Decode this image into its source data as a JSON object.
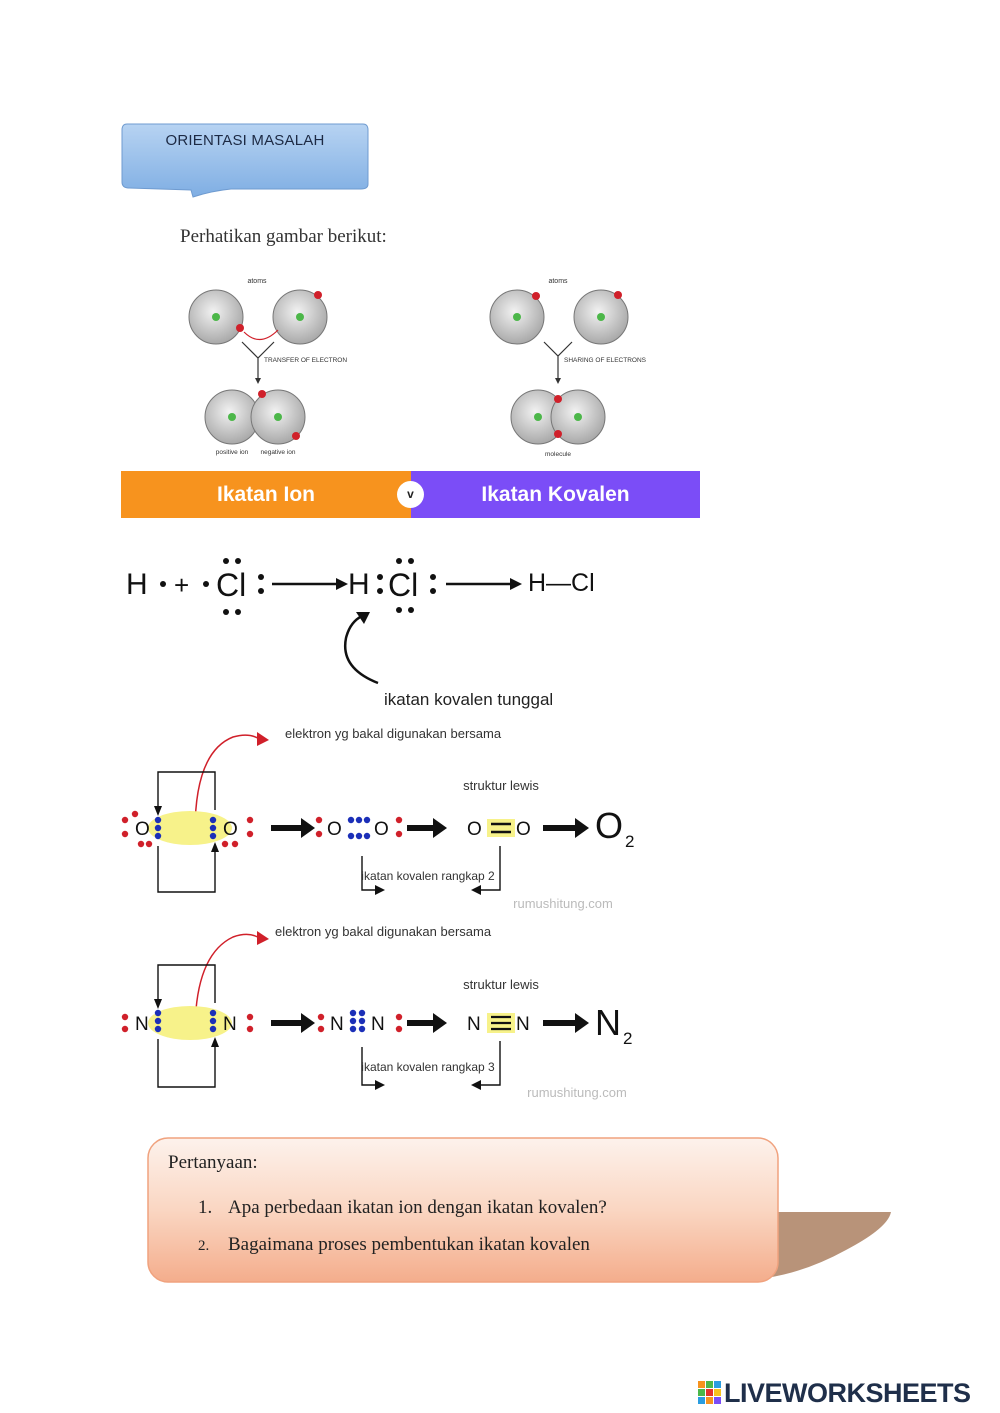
{
  "header": {
    "badge_label": "ORIENTASI MASALAH"
  },
  "intro": {
    "text": "Perhatikan gambar berikut:"
  },
  "bond_figure": {
    "ionic": {
      "atoms_label": "atoms",
      "transfer_label": "TRANSFER OF ELECTRON",
      "positive_label": "positive ion",
      "negative_label": "negative ion"
    },
    "covalent": {
      "atoms_label": "atoms",
      "sharing_label": "SHARING OF ELECTRONS",
      "molecule_label": "molecule"
    },
    "bar": {
      "left_label": "Ikatan Ion",
      "vs_label": "v",
      "right_label": "Ikatan Kovalen"
    }
  },
  "hcl": {
    "h": "H",
    "plus": "+",
    "cl": "Cl",
    "product": "H",
    "product_cl": "Cl",
    "line_formula": "H—Cl",
    "annotation": "ikatan kovalen tunggal"
  },
  "o2": {
    "note": "elektron yg bakal digunakan bersama",
    "lewis_label": "struktur lewis",
    "bond_label": "ikatan kovalen rangkap 2",
    "atom": "O",
    "molecule": "O",
    "subscript": "2",
    "watermark": "rumushitung.com"
  },
  "n2": {
    "note": "elektron yg bakal digunakan bersama",
    "lewis_label": "struktur lewis",
    "bond_label": "ikatan kovalen rangkap 3",
    "atom": "N",
    "molecule": "N",
    "subscript": "2",
    "watermark": "rumushitung.com"
  },
  "questions": {
    "title": "Pertanyaan:",
    "items": [
      {
        "num": "1.",
        "text": "Apa perbedaan ikatan ion dengan ikatan kovalen?"
      },
      {
        "num": "2.",
        "text": "Bagaimana proses pembentukan ikatan kovalen"
      }
    ]
  },
  "footer": {
    "brand": "LIVEWORKSHEETS"
  },
  "colors": {
    "badge": "#8ab6e6",
    "ionic": "#f7931e",
    "covalent": "#7b4df7",
    "question_box": "#f6b79b",
    "electron_red": "#d0202a",
    "electron_blue": "#1b2fb8",
    "highlight": "#f7f28a"
  }
}
